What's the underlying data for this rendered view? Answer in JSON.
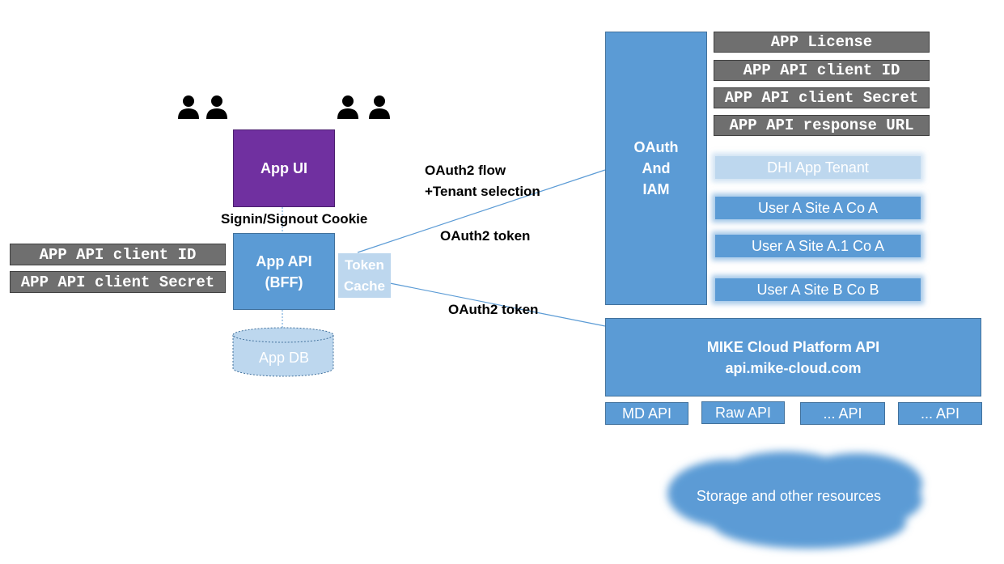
{
  "users_left": [
    "person-icon",
    "person-icon"
  ],
  "users_right": [
    "person-icon",
    "person-icon"
  ],
  "app_ui": {
    "label": "App UI"
  },
  "signin_label": "Signin/Signout Cookie",
  "app_api": {
    "label": "App API\n(BFF)"
  },
  "token_cache": {
    "label": "Token\nCache"
  },
  "app_db": {
    "label": "App DB"
  },
  "left_credentials": [
    "APP API client ID",
    "APP API client Secret"
  ],
  "oauth_flow_label": "OAuth2 flow\n+Tenant selection",
  "oauth_token_upper": "OAuth2 token",
  "oauth_token_lower": "OAuth2 token",
  "oauth_iam": {
    "label": "OAuth\nAnd\nIAM"
  },
  "app_credentials": [
    "APP License",
    "APP API client ID",
    "APP API client Secret",
    "APP API response URL"
  ],
  "tenants": {
    "dhi": "DHI App Tenant",
    "users": [
      "User A Site A Co A",
      "User A Site A.1 Co A",
      "User A Site B Co B"
    ]
  },
  "platform_api": {
    "title": "MIKE Cloud Platform API",
    "url": "api.mike-cloud.com"
  },
  "sub_apis": [
    "MD API",
    "Raw API",
    "... API",
    "... API"
  ],
  "storage": {
    "label": "Storage and other resources"
  },
  "colors": {
    "blue": "#5b9bd5",
    "purple": "#7030a0",
    "gray": "#6f6f6f",
    "light_blue": "#bdd7ee"
  }
}
